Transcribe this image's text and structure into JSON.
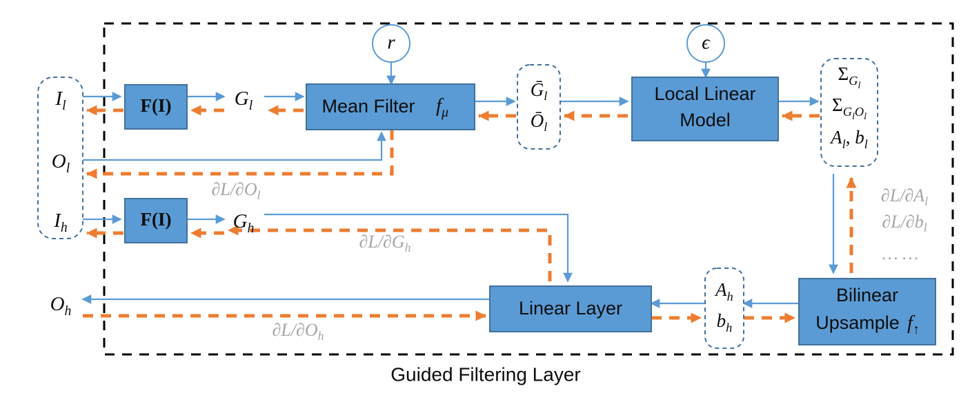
{
  "figure": {
    "caption": "Guided Filtering Layer",
    "colors": {
      "process_fill": "#5b9bd5",
      "process_stroke": "#41719c",
      "forward_arrow": "#5b9bd5",
      "backward_arrow": "#ed7d31",
      "gradient_text": "#a6a6a6",
      "outer_border": "#000000",
      "background": "#ffffff"
    }
  },
  "inputs": {
    "group_name": "input-output-group",
    "items": [
      {
        "id": "I_l",
        "base": "I",
        "sub": "l"
      },
      {
        "id": "O_l",
        "base": "O",
        "sub": "l"
      },
      {
        "id": "I_h",
        "base": "I",
        "sub": "h"
      }
    ]
  },
  "outputs": [
    {
      "id": "O_h",
      "base": "O",
      "sub": "h"
    }
  ],
  "intermediates": [
    {
      "id": "G_l",
      "base": "G",
      "sub": "l"
    },
    {
      "id": "G_h",
      "base": "G",
      "sub": "h"
    }
  ],
  "parameters": [
    {
      "id": "r",
      "label": "r",
      "feeds": "Mean Filter"
    },
    {
      "id": "epsilon",
      "label": "ϵ",
      "feeds": "Local Linear Model"
    }
  ],
  "blocks": [
    {
      "id": "f_i_low",
      "label": "F(I)",
      "style": "bold-serif"
    },
    {
      "id": "f_i_high",
      "label": "F(I)",
      "style": "bold-serif"
    },
    {
      "id": "mean_filter",
      "label": "Mean Filter",
      "symbol": "f",
      "symbol_sub": "μ"
    },
    {
      "id": "local_linear_model",
      "line1": "Local Linear",
      "line2": "Model"
    },
    {
      "id": "linear_layer",
      "label": "Linear Layer"
    },
    {
      "id": "bilinear_upsample",
      "line1": "Bilinear",
      "line2": "Upsample",
      "symbol": "f",
      "symbol_sub": "↑"
    }
  ],
  "state_boxes": [
    {
      "id": "mean_state",
      "rows": [
        {
          "base": "Ḡ",
          "sub": "l"
        },
        {
          "base": "Ō",
          "sub": "l"
        }
      ]
    },
    {
      "id": "coeff_state_low",
      "rows": [
        {
          "base": "Σ",
          "sub": "G_l",
          "sub_base": "G",
          "sub_sub": "l"
        },
        {
          "base": "Σ",
          "sub": "G_lO_l",
          "sub_base": "G",
          "sub_sub": "l",
          "sub_base2": "O",
          "sub_sub2": "l"
        },
        {
          "base": "A",
          "sub": "l",
          "base2": "b",
          "sub2": "l",
          "sep": ", "
        }
      ]
    },
    {
      "id": "coeff_state_high",
      "rows": [
        {
          "base": "A",
          "sub": "h"
        },
        {
          "base": "b",
          "sub": "h"
        }
      ]
    }
  ],
  "gradient_labels": [
    {
      "id": "dL_dO_l",
      "text": "∂L/∂O",
      "sub": "l"
    },
    {
      "id": "dL_dG_h",
      "text": "∂L/∂G",
      "sub": "h"
    },
    {
      "id": "dL_dO_h",
      "text": "∂L/∂O",
      "sub": "h"
    },
    {
      "id": "dL_dA_l",
      "text": "∂L/∂A",
      "sub": "l"
    },
    {
      "id": "dL_db_l",
      "text": "∂L/∂b",
      "sub": "l"
    },
    {
      "id": "ellipsis",
      "text": "… …",
      "sub": ""
    }
  ]
}
